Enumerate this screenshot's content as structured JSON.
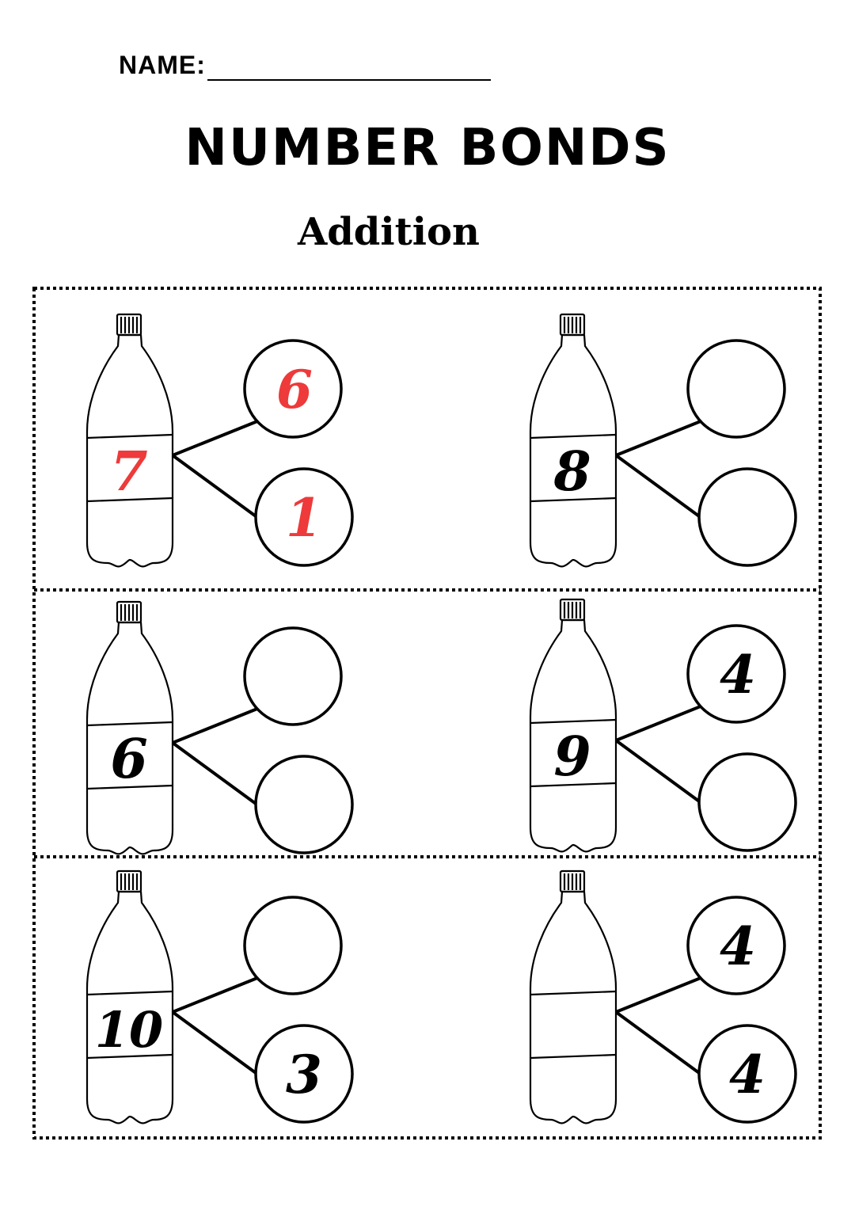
{
  "header": {
    "name_label": "NAME:",
    "title": "NUMBER BONDS",
    "subtitle": "Addition"
  },
  "colors": {
    "example": "#ee3a3a",
    "ink": "#000000"
  },
  "bonds": [
    {
      "whole": "7",
      "top": "6",
      "bottom": "1",
      "color": "#ee3a3a"
    },
    {
      "whole": "8",
      "top": "",
      "bottom": "",
      "color": "#000000"
    },
    {
      "whole": "6",
      "top": "",
      "bottom": "",
      "color": "#000000"
    },
    {
      "whole": "9",
      "top": "4",
      "bottom": "",
      "color": "#000000"
    },
    {
      "whole": "10",
      "top": "",
      "bottom": "3",
      "color": "#000000"
    },
    {
      "whole": "",
      "top": "4",
      "bottom": "4",
      "color": "#000000"
    }
  ]
}
